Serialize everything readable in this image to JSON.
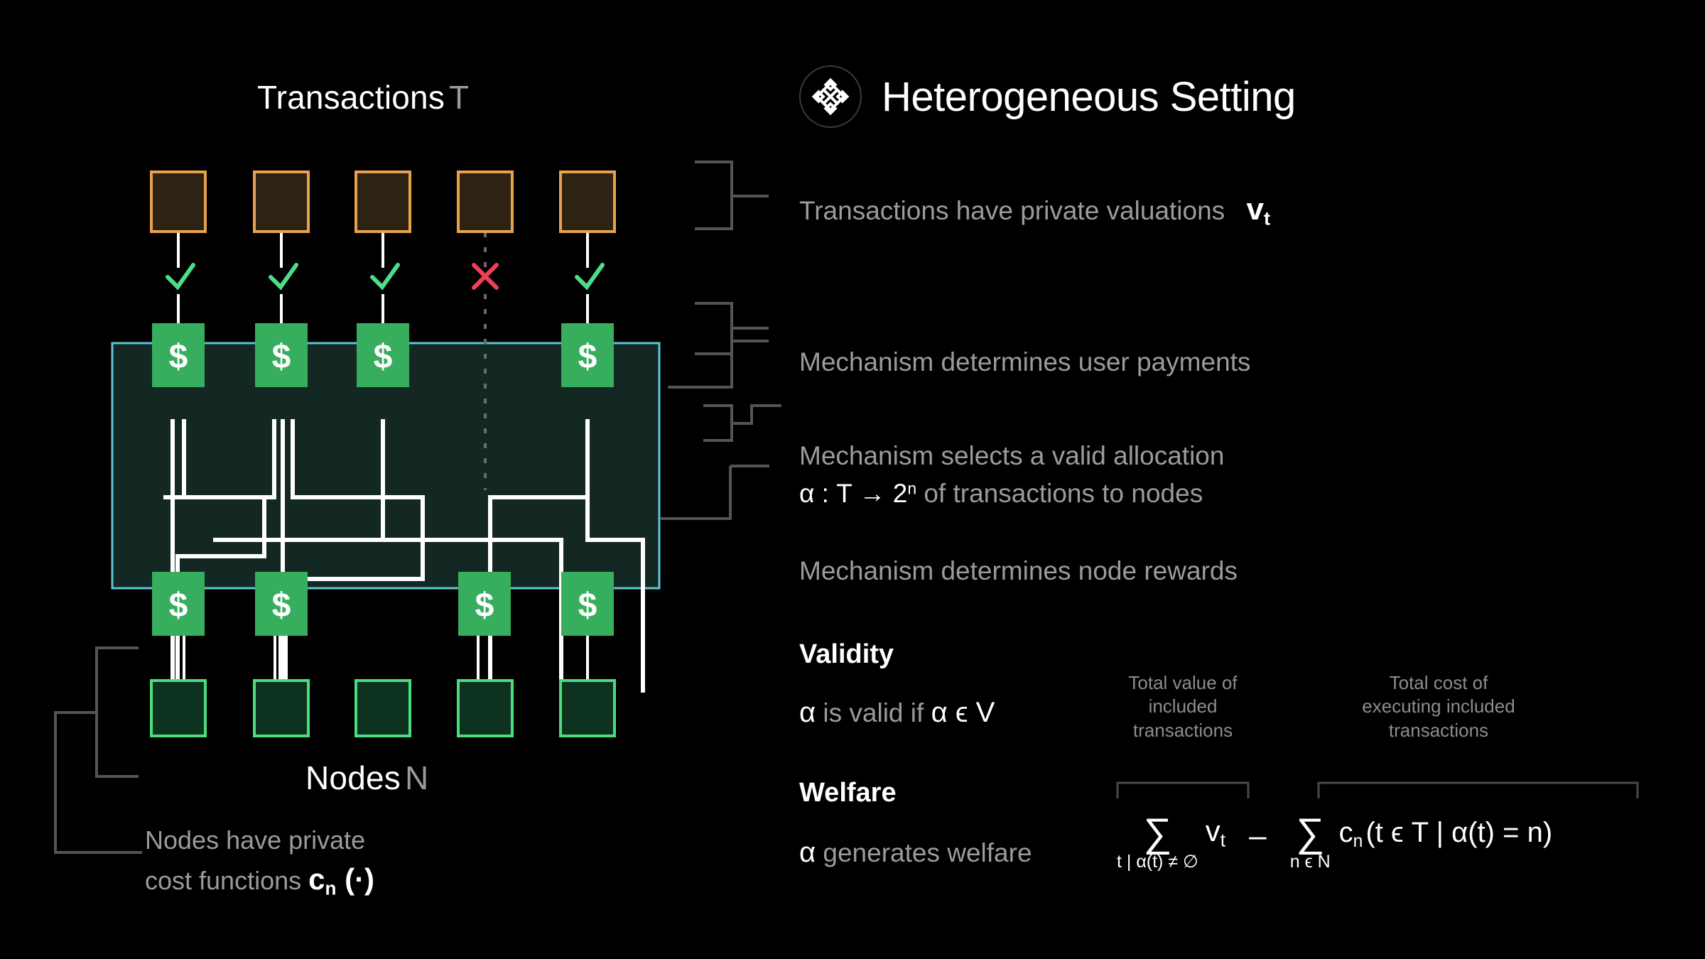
{
  "header": {
    "logo_icon": "endless-knot-icon",
    "title": "Heterogeneous Setting"
  },
  "diagram": {
    "top_label": "Transactions",
    "top_symbol": "T",
    "bottom_label": "Nodes",
    "bottom_symbol": "N",
    "transaction_statuses": [
      "check",
      "check",
      "check",
      "cross",
      "check"
    ],
    "money_icon": "dollar-icon",
    "check_icon": "check-icon",
    "cross_icon": "cross-icon",
    "colors": {
      "transaction_border": "#e8a24e",
      "transaction_fill": "#2d2213",
      "node_border": "#4ddc7e",
      "node_fill": "#0d3320",
      "mechanism_border": "#5bc8d4",
      "mechanism_fill": "#132723",
      "money_fill": "#37ad5e",
      "check": "#4ddc8a",
      "cross": "#ef4055",
      "wire": "#ffffff",
      "dashed_wire": "#6b6b6b"
    },
    "bottom_note_line1": "Nodes have private",
    "bottom_note_line2": "cost functions",
    "bottom_note_symbol": "c",
    "bottom_note_symbol_sub": "n",
    "bottom_note_symbol_tail": "(·)"
  },
  "notes": [
    {
      "id": "valuations",
      "text": "Transactions have private valuations",
      "symbol": "v",
      "symbol_sub": "t"
    },
    {
      "id": "payments",
      "text": "Mechanism determines user payments"
    },
    {
      "id": "allocation",
      "line1": "Mechanism selects a valid allocation",
      "line2_pre": "α : T → 2",
      "line2_sup": "n",
      "line2_post": " of transactions to nodes"
    },
    {
      "id": "rewards",
      "text": "Mechanism determines node rewards"
    }
  ],
  "validity": {
    "heading": "Validity",
    "symbol_a": "α",
    "text_mid": "is valid if",
    "symbol_b": "α ϵ V"
  },
  "welfare": {
    "heading": "Welfare",
    "symbol_a": "α",
    "text_mid": "generates welfare"
  },
  "annotations": {
    "left": "Total value of\nincluded\ntransactions",
    "right": "Total cost of\nexecuting included\ntransactions"
  },
  "formula": {
    "sum1_sign": "∑",
    "sum1_limit": "t | α(t) ≠ ∅",
    "term1": "v",
    "term1_sub": "t",
    "minus": "–",
    "sum2_sign": "∑",
    "sum2_limit": "n ϵ N",
    "term2": "c",
    "term2_sub": "n",
    "term2_args": "(t ϵ T | α(t) = n)"
  }
}
